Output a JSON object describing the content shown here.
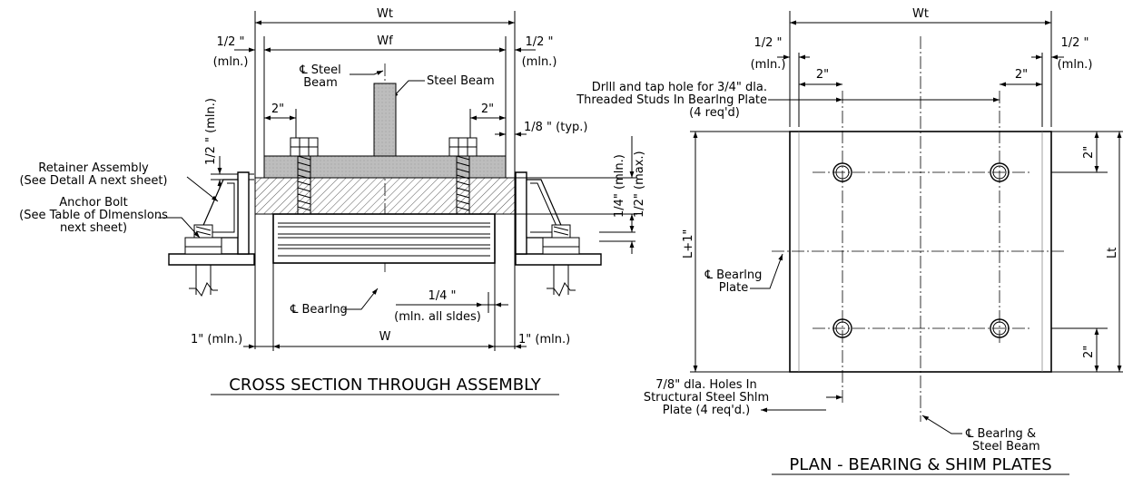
{
  "cross_section": {
    "title": "CROSS SECTION THROUGH ASSEMBLY",
    "wt": "Wt",
    "wf": "Wf",
    "w": "W",
    "half_in_min_left_1": "1/2 \"",
    "half_in_min_left_2": "(mln.)",
    "half_in_min_right_1": "1/2 \"",
    "half_in_min_right_2": "(mln.)",
    "cl_steel_beam_1": "℄ Steel",
    "cl_steel_beam_2": "Beam",
    "steel_beam": "Steel Beam",
    "two_in_left": "2\"",
    "two_in_right": "2\"",
    "one_eighth_typ": "1/8 \" (typ.)",
    "half_in_min_vertical": "1/2 \" (mln.)",
    "retainer_1": "Retainer Assembly",
    "retainer_2": "(See Detall A next sheet)",
    "anchor_1": "Anchor Bolt",
    "anchor_2": "(See Table of Dlmenslons",
    "anchor_3": "next sheet)",
    "quarter_min": "1/4\" (mln.)",
    "half_max": "1/2\" (max.)",
    "cl_bearing": "℄ Bearlng",
    "quarter_all_sides_1": "1/4 \"",
    "quarter_all_sides_2": "(mln. all sldes)",
    "one_in_min_left": "1\" (mln.)",
    "one_in_min_right": "1\" (mln.)"
  },
  "plan": {
    "title": "PLAN - BEARING & SHIM PLATES",
    "wt": "Wt",
    "half_in_left_1": "1/2 \"",
    "half_in_left_2": "(mln.)",
    "half_in_right_1": "1/2 \"",
    "half_in_right_2": "(mln.)",
    "two_in_left": "2\"",
    "two_in_right": "2\"",
    "drill_1": "Drlll and tap hole for 3/4\" dla.",
    "drill_2": "Threaded Studs In Bearlng Plate",
    "drill_3": "(4 req'd)",
    "two_in_top": "2\"",
    "two_in_bottom": "2\"",
    "l_plus_1": "L+1\"",
    "lt": "Lt",
    "cl_bearing_plate_1": "℄ Bearlng",
    "cl_bearing_plate_2": "Plate",
    "holes_1": "7/8\" dla. Holes In",
    "holes_2": "Structural Steel Shlm",
    "holes_3": "Plate (4 req'd.)",
    "cl_bearing_beam_1": "℄ Bearlng &",
    "cl_bearing_beam_2": "Steel Beam"
  }
}
